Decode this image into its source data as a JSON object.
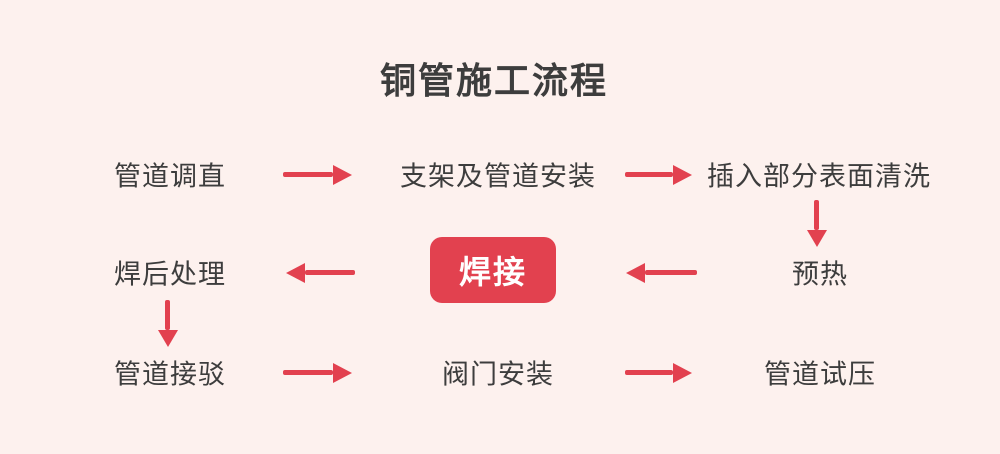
{
  "page": {
    "background_color": "#fdf1ee",
    "accent_color": "#e2414f",
    "text_color": "#3d3d3d"
  },
  "title": "铜管施工流程",
  "nodes": [
    {
      "id": "pipe-straighten",
      "label": "管道调直",
      "highlight": false
    },
    {
      "id": "bracket-install",
      "label": "支架及管道安装",
      "highlight": false
    },
    {
      "id": "surface-clean",
      "label": "插入部分表面清洗",
      "highlight": false
    },
    {
      "id": "preheat",
      "label": "预热",
      "highlight": false
    },
    {
      "id": "welding",
      "label": "焊接",
      "highlight": true
    },
    {
      "id": "post-weld",
      "label": "焊后处理",
      "highlight": false
    },
    {
      "id": "pipe-connect",
      "label": "管道接驳",
      "highlight": false
    },
    {
      "id": "valve-install",
      "label": "阀门安装",
      "highlight": false
    },
    {
      "id": "pressure-test",
      "label": "管道试压",
      "highlight": false
    }
  ],
  "flow_sequence": [
    "管道调直",
    "支架及管道安装",
    "插入部分表面清洗",
    "预热",
    "焊接",
    "焊后处理",
    "管道接驳",
    "阀门安装",
    "管道试压"
  ],
  "arrows": [
    {
      "from": "管道调直",
      "to": "支架及管道安装",
      "direction": "right"
    },
    {
      "from": "支架及管道安装",
      "to": "插入部分表面清洗",
      "direction": "right"
    },
    {
      "from": "插入部分表面清洗",
      "to": "预热",
      "direction": "down"
    },
    {
      "from": "预热",
      "to": "焊接",
      "direction": "left"
    },
    {
      "from": "焊接",
      "to": "焊后处理",
      "direction": "left"
    },
    {
      "from": "焊后处理",
      "to": "管道接驳",
      "direction": "down"
    },
    {
      "from": "管道接驳",
      "to": "阀门安装",
      "direction": "right"
    },
    {
      "from": "阀门安装",
      "to": "管道试压",
      "direction": "right"
    }
  ]
}
